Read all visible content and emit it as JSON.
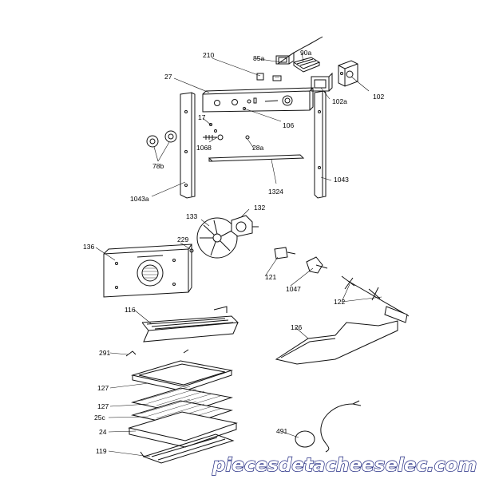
{
  "labels": {
    "210": "210",
    "85a": "85a",
    "90a": "90a",
    "102": "102",
    "102a": "102a",
    "27": "27",
    "106": "106",
    "17": "17",
    "1068": "1068",
    "28a": "28a",
    "78b": "78b",
    "1324": "1324",
    "1043": "1043",
    "1043a": "1043a",
    "133": "133",
    "132": "132",
    "229": "229",
    "136": "136",
    "121": "121",
    "1047": "1047",
    "122": "122",
    "116": "116",
    "126": "126",
    "291": "291",
    "127a": "127",
    "127b": "127",
    "25c": "25c",
    "24": "24",
    "491": "491",
    "119": "119"
  },
  "watermark": "piecesdetacheeselec.com",
  "colors": {
    "watermark_fill": "#ffffff",
    "watermark_stroke": "#1a237e",
    "line": "#111111"
  }
}
